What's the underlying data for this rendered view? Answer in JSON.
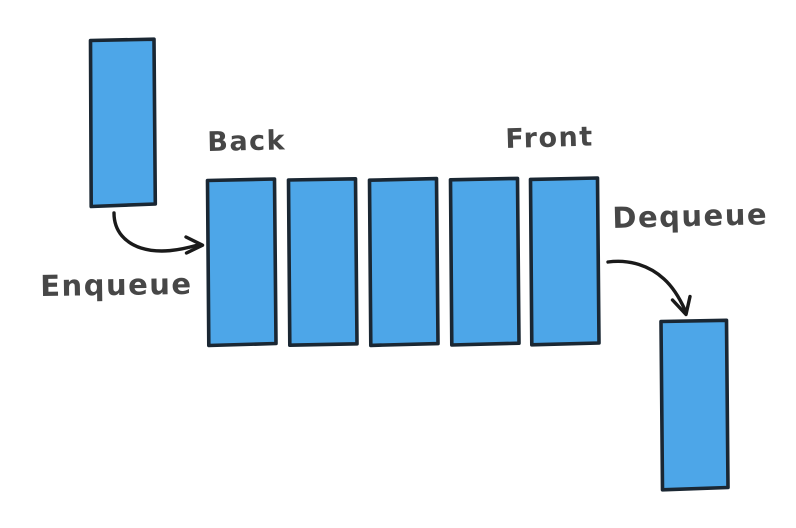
{
  "diagram": {
    "title": "Queue data structure enqueue and dequeue operations",
    "background_color": "#ffffff",
    "box_fill_color": "#4da6e8",
    "box_stroke_color": "#1a2733",
    "text_color": "#474747",
    "arrow_color": "#1a1a1a"
  },
  "labels": {
    "back": "Back",
    "front": "Front",
    "enqueue": "Enqueue",
    "dequeue": "Dequeue"
  },
  "queue": {
    "item_count": 5,
    "items": [
      {
        "index": 1,
        "position": "back"
      },
      {
        "index": 2,
        "position": "middle"
      },
      {
        "index": 3,
        "position": "middle"
      },
      {
        "index": 4,
        "position": "middle"
      },
      {
        "index": 5,
        "position": "front"
      }
    ]
  },
  "incoming_element": {
    "name": "enqueue-input-box"
  },
  "outgoing_element": {
    "name": "dequeue-output-box"
  },
  "arrows": [
    {
      "name": "enqueue-arrow",
      "direction": "right",
      "from": "incoming-element",
      "to": "queue-back"
    },
    {
      "name": "dequeue-arrow",
      "direction": "down-right",
      "from": "queue-front",
      "to": "outgoing-element"
    }
  ]
}
